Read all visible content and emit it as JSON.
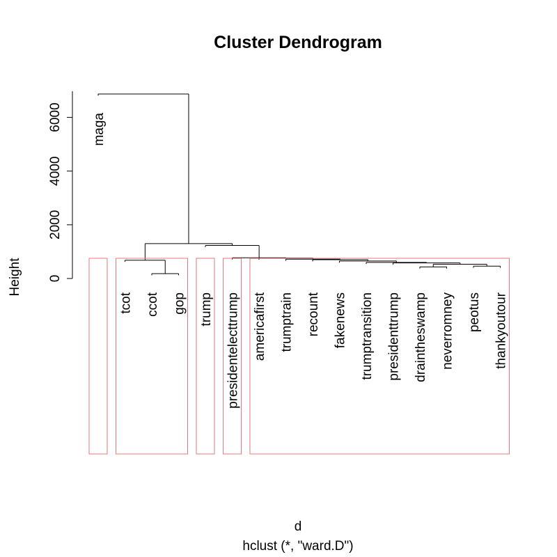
{
  "chart_data": {
    "type": "dendrogram",
    "title": "Cluster Dendrogram",
    "ylabel": "Height",
    "xlabel": "d",
    "subtitle": "hclust (*, \"ward.D\")",
    "ylim": [
      0,
      7000
    ],
    "yticks": [
      0,
      2000,
      4000,
      6000
    ],
    "leaves": [
      "maga",
      "tcot",
      "ccot",
      "gop",
      "trump",
      "presidentelecttrump",
      "americafirst",
      "trumptrain",
      "recount",
      "fakenews",
      "trumptransition",
      "presidenttrump",
      "draintheswamp",
      "neverromney",
      "peotus",
      "thankyoutour"
    ],
    "merges": [
      {
        "a": "ccot",
        "b": "gop",
        "height": 180
      },
      {
        "a": "tcot",
        "b": "ccot+gop",
        "height": 680
      },
      {
        "a": "draintheswamp",
        "b": "neverromney",
        "height": 430
      },
      {
        "a": "peotus",
        "b": "thankyoutour",
        "height": 460
      },
      {
        "a": "draintheswamp+neverromney",
        "b": "peotus+thankyoutour",
        "height": 530
      },
      {
        "a": "presidenttrump",
        "b": "draintheswamp..thankyoutour",
        "height": 580
      },
      {
        "a": "trumptransition",
        "b": "presidenttrump..thankyoutour",
        "height": 600
      },
      {
        "a": "fakenews",
        "b": "trumptransition..thankyoutour",
        "height": 650
      },
      {
        "a": "recount",
        "b": "fakenews..thankyoutour",
        "height": 700
      },
      {
        "a": "trumptrain",
        "b": "recount..thankyoutour",
        "height": 720
      },
      {
        "a": "americafirst",
        "b": "trumptrain..thankyoutour",
        "height": 760
      },
      {
        "a": "presidentelecttrump",
        "b": "americafirst..thankyoutour",
        "height": 770
      },
      {
        "a": "trump",
        "b": "presidentelecttrump..thankyoutour",
        "height": 1230
      },
      {
        "a": "tcot+ccot+gop",
        "b": "trump..thankyoutour",
        "height": 1300
      },
      {
        "a": "maga",
        "b": "tcot..thankyoutour",
        "height": 6870
      }
    ],
    "cluster_boxes": [
      {
        "leaves": [
          "maga"
        ]
      },
      {
        "leaves": [
          "tcot",
          "ccot",
          "gop"
        ]
      },
      {
        "leaves": [
          "trump"
        ]
      },
      {
        "leaves": [
          "presidentelecttrump"
        ]
      },
      {
        "leaves": [
          "americafirst",
          "trumptrain",
          "recount",
          "fakenews",
          "trumptransition",
          "presidenttrump",
          "draintheswamp",
          "neverromney",
          "peotus",
          "thankyoutour"
        ]
      }
    ],
    "colors": {
      "lines": "#000000",
      "boxes": "#e8767a"
    }
  }
}
